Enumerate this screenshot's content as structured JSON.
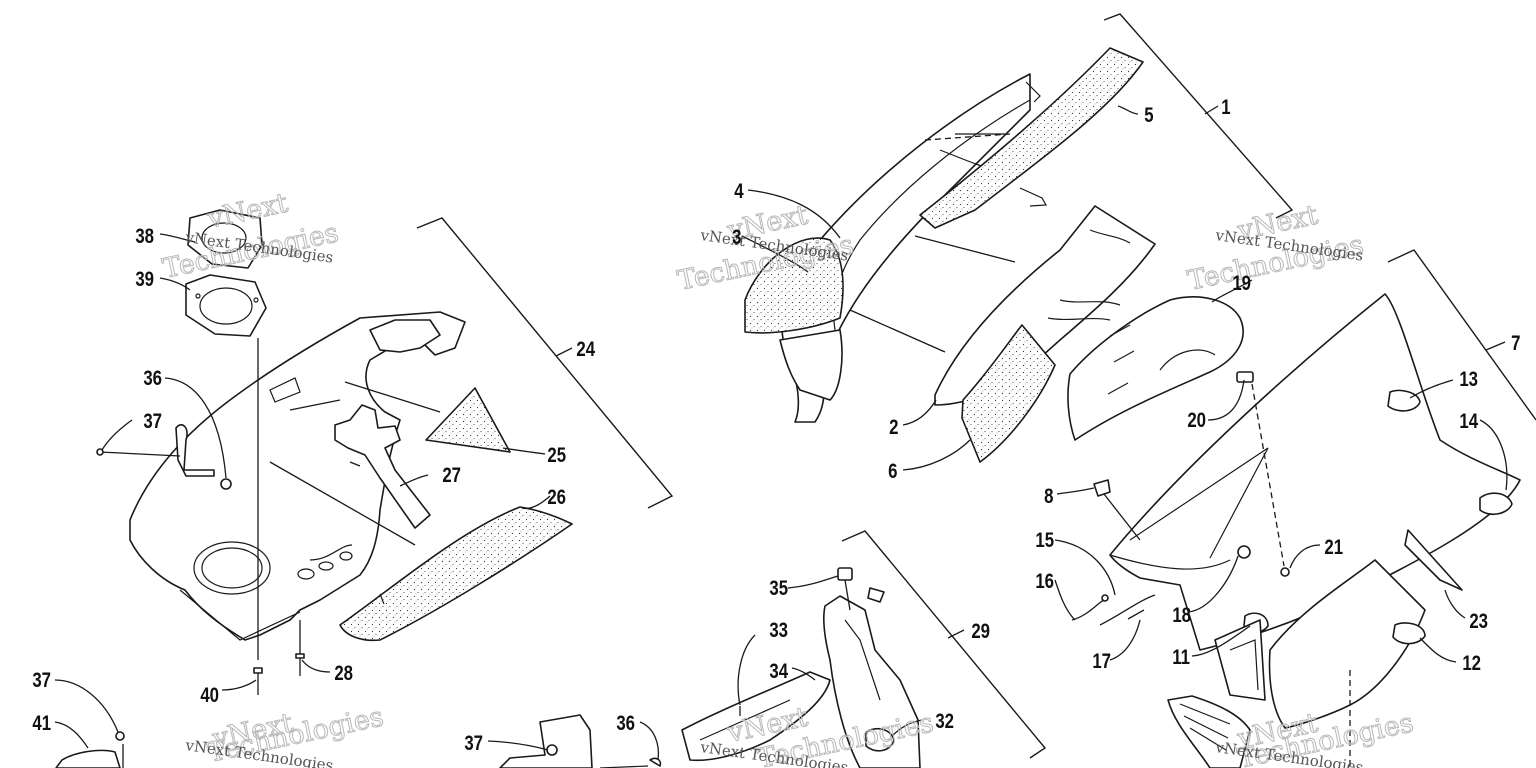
{
  "watermark": {
    "company_line": "vNext Technologies",
    "outline_line": "Technologies",
    "logo_line": "vNext"
  },
  "callouts": [
    {
      "id": "1",
      "text": "1"
    },
    {
      "id": "2",
      "text": "2"
    },
    {
      "id": "3",
      "text": "3"
    },
    {
      "id": "4",
      "text": "4"
    },
    {
      "id": "5",
      "text": "5"
    },
    {
      "id": "6",
      "text": "6"
    },
    {
      "id": "7",
      "text": "7"
    },
    {
      "id": "8",
      "text": "8"
    },
    {
      "id": "11",
      "text": "11"
    },
    {
      "id": "12",
      "text": "12"
    },
    {
      "id": "13",
      "text": "13"
    },
    {
      "id": "14",
      "text": "14"
    },
    {
      "id": "15",
      "text": "15"
    },
    {
      "id": "16",
      "text": "16"
    },
    {
      "id": "17",
      "text": "17"
    },
    {
      "id": "18",
      "text": "18"
    },
    {
      "id": "19",
      "text": "19"
    },
    {
      "id": "20",
      "text": "20"
    },
    {
      "id": "21",
      "text": "21"
    },
    {
      "id": "23",
      "text": "23"
    },
    {
      "id": "24",
      "text": "24"
    },
    {
      "id": "25",
      "text": "25"
    },
    {
      "id": "26",
      "text": "26"
    },
    {
      "id": "27",
      "text": "27"
    },
    {
      "id": "28",
      "text": "28"
    },
    {
      "id": "29",
      "text": "29"
    },
    {
      "id": "32",
      "text": "32"
    },
    {
      "id": "33",
      "text": "33"
    },
    {
      "id": "34",
      "text": "34"
    },
    {
      "id": "35",
      "text": "35"
    },
    {
      "id": "36a",
      "text": "36"
    },
    {
      "id": "36b",
      "text": "36"
    },
    {
      "id": "37a",
      "text": "37"
    },
    {
      "id": "37b",
      "text": "37"
    },
    {
      "id": "37c",
      "text": "37"
    },
    {
      "id": "38",
      "text": "38"
    },
    {
      "id": "39",
      "text": "39"
    },
    {
      "id": "40",
      "text": "40"
    },
    {
      "id": "41",
      "text": "41"
    }
  ]
}
